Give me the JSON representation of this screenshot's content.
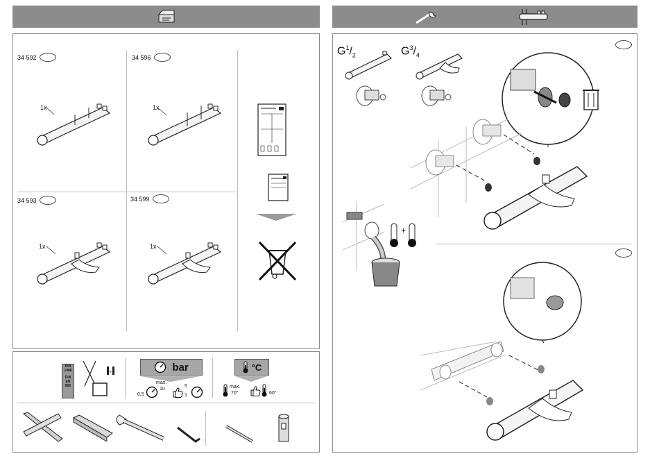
{
  "left_page": {
    "models": [
      {
        "number": "34 592",
        "qty": "1x"
      },
      {
        "number": "34 596",
        "qty": "1x"
      },
      {
        "number": "34 593",
        "qty": "1x"
      },
      {
        "number": "34 599",
        "qty": "1x"
      }
    ],
    "specs": {
      "din_lines": [
        "DIN",
        "1988",
        "DIN",
        "EN",
        "806"
      ],
      "pressure_label": "bar",
      "pressure_max_label": "max.",
      "pressure_max_value": "10",
      "pressure_min_value": "0,5",
      "pressure_rec_top": "5",
      "pressure_rec_bottom": "1",
      "temp_label": "°C",
      "temp_max_label": "max.",
      "temp_max_value": "70°",
      "temp_rec_value": "60°"
    }
  },
  "right_page": {
    "thread_labels": [
      {
        "base": "G",
        "sup": "1",
        "sub": "2"
      },
      {
        "base": "G",
        "sup": "3",
        "sub": "4"
      }
    ]
  },
  "colors": {
    "header": "#8c8c8c",
    "border": "#8c8c8c",
    "spec_box": "#a6a6a6"
  }
}
